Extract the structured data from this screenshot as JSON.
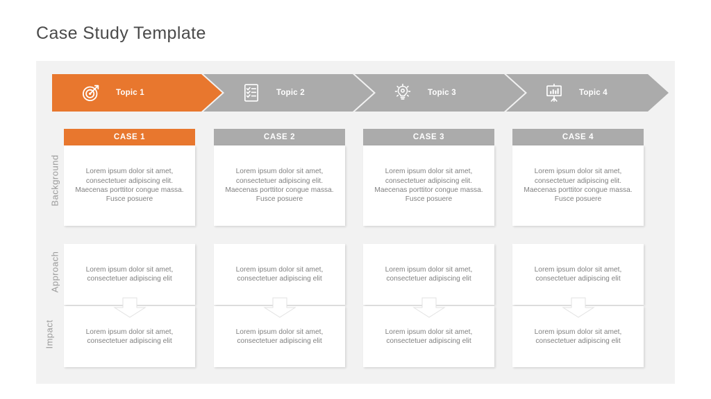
{
  "page_title": "Case Study Template",
  "colors": {
    "accent": "#E8772E",
    "inactive": "#ABABAB",
    "panel_bg": "#f2f2f2",
    "body_text": "#808080",
    "title_text": "#4a4a4a",
    "row_label": "#9b9b9b"
  },
  "topics": [
    {
      "label": "Topic 1",
      "icon": "target-icon",
      "state": "active"
    },
    {
      "label": "Topic 2",
      "icon": "checklist-icon",
      "state": "inactive"
    },
    {
      "label": "Topic 3",
      "icon": "lightbulb-gear-icon",
      "state": "inactive"
    },
    {
      "label": "Topic 4",
      "icon": "presentation-chart-icon",
      "state": "inactive"
    }
  ],
  "row_labels": {
    "background": "Background",
    "approach": "Approach",
    "impact": "Impact"
  },
  "columns": [
    {
      "case_title": "CASE 1",
      "state": "active",
      "background_text": "Lorem ipsum dolor sit amet, consectetuer adipiscing elit. Maecenas porttitor congue massa. Fusce posuere",
      "approach_text": "Lorem ipsum dolor sit amet, consectetuer adipiscing elit",
      "impact_text": "Lorem ipsum dolor sit amet, consectetuer adipiscing elit"
    },
    {
      "case_title": "CASE 2",
      "state": "inactive",
      "background_text": "Lorem ipsum dolor sit amet, consectetuer adipiscing elit. Maecenas porttitor congue massa. Fusce posuere",
      "approach_text": "Lorem ipsum dolor sit amet, consectetuer adipiscing elit",
      "impact_text": "Lorem ipsum dolor sit amet, consectetuer adipiscing elit"
    },
    {
      "case_title": "CASE 3",
      "state": "inactive",
      "background_text": "Lorem ipsum dolor sit amet, consectetuer adipiscing elit. Maecenas porttitor congue massa. Fusce posuere",
      "approach_text": "Lorem ipsum dolor sit amet, consectetuer adipiscing elit",
      "impact_text": "Lorem ipsum dolor sit amet, consectetuer adipiscing elit"
    },
    {
      "case_title": "CASE 4",
      "state": "inactive",
      "background_text": "Lorem ipsum dolor sit amet, consectetuer adipiscing elit. Maecenas porttitor congue massa. Fusce posuere",
      "approach_text": "Lorem ipsum dolor sit amet, consectetuer adipiscing elit",
      "impact_text": "Lorem ipsum dolor sit amet, consectetuer adipiscing elit"
    }
  ]
}
